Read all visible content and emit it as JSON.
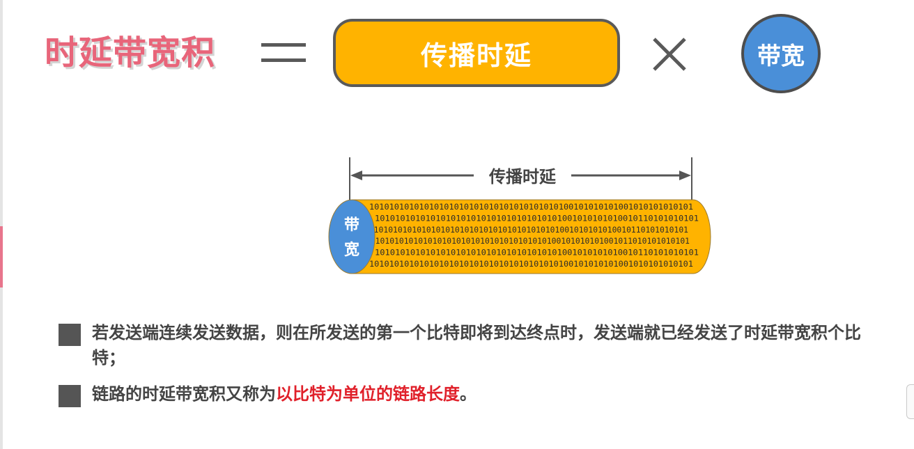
{
  "formula": {
    "title": "时延带宽积",
    "propagation_delay": "传播时延",
    "bandwidth": "带宽"
  },
  "diagram": {
    "arrow_label": "传播时延",
    "cylinder_label": "带宽",
    "bit_rows": [
      "10101010101010101010101010101010101010100101010101001010101010101",
      "1010101010101010101010101010101010101001010101010010110101010101",
      "10101010101010101010101010101010101010101001010101010010110101010101",
      "10101010101010101010101010101010101010100101010101001011010101010101",
      "1010101010101010101010101010101010101001010101010010110101010101",
      "10101010101010101010101010101010101010100101010101001010101010101"
    ],
    "colors": {
      "cylinder_fill": "#ffb300",
      "cylinder_cap": "#4a8fd8",
      "arrow": "#555555"
    }
  },
  "bullets": {
    "first": "若发送端连续发送数据，则在所发送的第一个比特即将到达终点时，发送端就已经发送了时延带宽积个比特；",
    "second_prefix": "链路的时延带宽积又称为",
    "second_highlight": "以比特为单位的链路长度",
    "second_suffix": "。"
  }
}
